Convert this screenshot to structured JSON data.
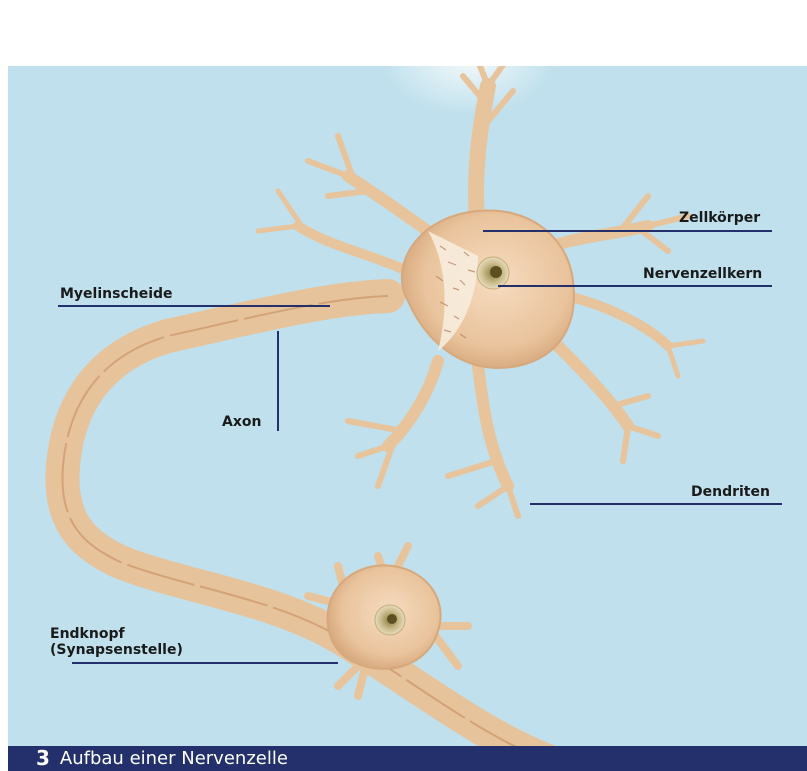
{
  "figure": {
    "labels": {
      "cell_body": "Zellkörper",
      "nucleus": "Nervenzellkern",
      "myelin_sheath": "Myelinscheide",
      "axon": "Axon",
      "dendrites": "Dendriten",
      "terminal_button_line1": "Endknopf",
      "terminal_button_line2": "(Synapsenstelle)"
    },
    "colors": {
      "background": "#bfe0ec",
      "neuron": "#efcfa7",
      "neuron_shade": "#d9ab7e",
      "leader_line": "#23306b",
      "caption_bar": "#23306b"
    }
  },
  "caption": {
    "number": "3",
    "text": "Aufbau einer Nervenzelle"
  }
}
